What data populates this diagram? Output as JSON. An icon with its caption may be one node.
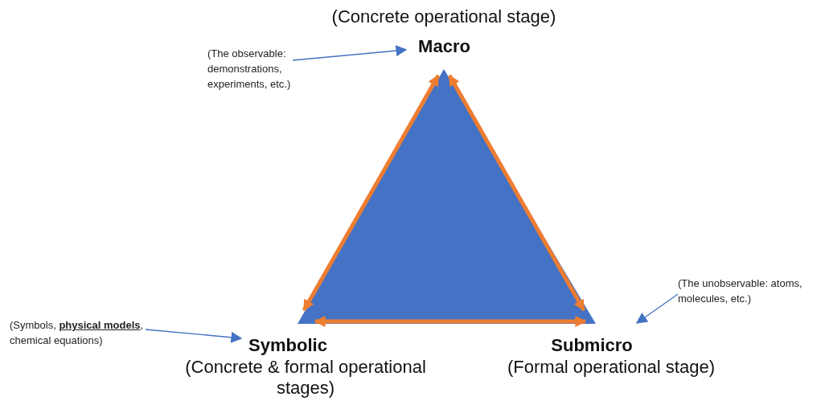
{
  "diagram": {
    "nodes": [
      {
        "text": [
          "Macro"
        ],
        "beside": [
          "(Concrete operational stage)"
        ]
      },
      {
        "text": [
          "Symbolic"
        ],
        "beside": [
          "(Concrete & formal operational stages)"
        ]
      },
      {
        "text": [
          "Submicro"
        ],
        "beside": [
          "(Formal operational stage)"
        ]
      },
      {
        "text": [
          "(The observable: demonstrations, experiments, etc.)"
        ]
      },
      {
        "text": [
          "(Symbols, **physical models**, chemical equations)"
        ]
      },
      {
        "text": [
          "(The unobservable: atoms, molecules, etc.)"
        ]
      }
    ],
    "edges": [
      {
        "from": 0,
        "to": 1,
        "arrow": "both",
        "style": "thick",
        "color": "#ed7d31"
      },
      {
        "from": 0,
        "to": 2,
        "arrow": "both",
        "style": "thick",
        "color": "#ed7d31"
      },
      {
        "from": 1,
        "to": 2,
        "arrow": "both",
        "style": "thick",
        "color": "#ed7d31"
      },
      {
        "from": 3,
        "to": 0,
        "arrow": "to",
        "color": "#4472c4"
      },
      {
        "from": 4,
        "to": 1,
        "arrow": "to",
        "color": "#4472c4"
      },
      {
        "from": 5,
        "to": 2,
        "arrow": "to",
        "color": "#4472c4"
      }
    ]
  }
}
